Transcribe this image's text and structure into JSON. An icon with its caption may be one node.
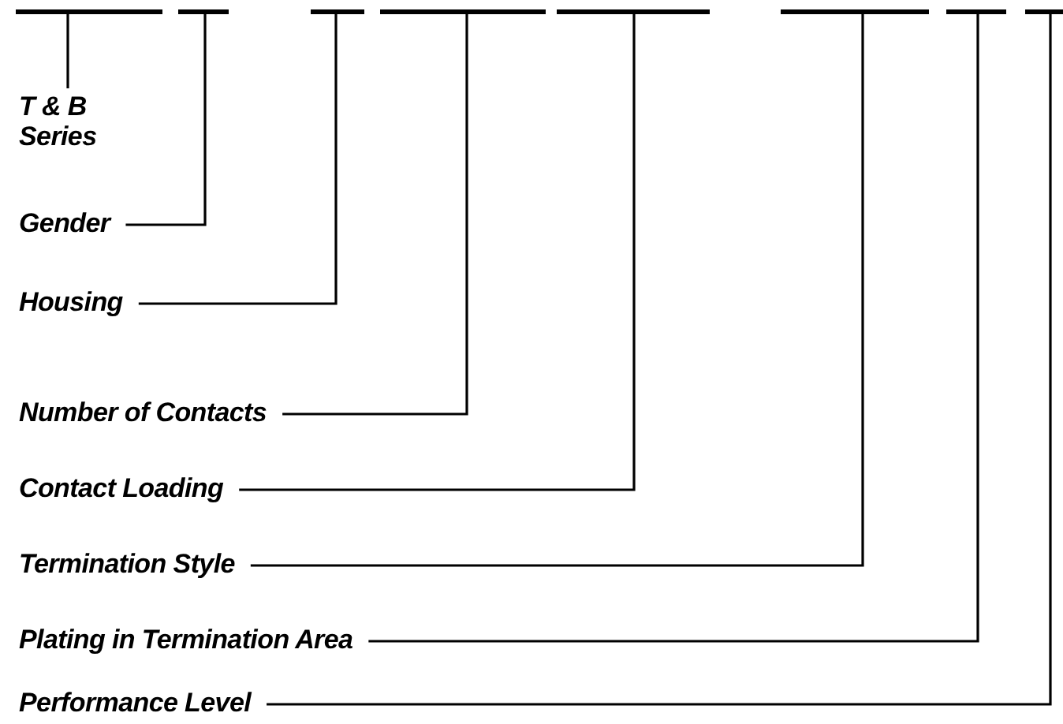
{
  "diagram": {
    "nodes": [
      {
        "text": [],
        "shape": "bar"
      },
      {
        "text": [],
        "shape": "bar"
      },
      {
        "text": [],
        "shape": "bar"
      },
      {
        "text": [],
        "shape": "bar"
      },
      {
        "text": [],
        "shape": "bar"
      },
      {
        "text": [],
        "shape": "bar"
      },
      {
        "text": [],
        "shape": "bar"
      },
      {
        "text": [],
        "shape": "bar"
      },
      {
        "text": [
          "T & B Series"
        ]
      },
      {
        "text": [
          "Gender"
        ]
      },
      {
        "text": [
          "Housing"
        ]
      },
      {
        "text": [
          "Number of Contacts"
        ]
      },
      {
        "text": [
          "Contact Loading"
        ]
      },
      {
        "text": [
          "Termination Style"
        ]
      },
      {
        "text": [
          "Plating in Termination Area"
        ]
      },
      {
        "text": [
          "Performance Level"
        ]
      }
    ],
    "edges": [
      {
        "from": 8,
        "to": 0,
        "arrow": "none"
      },
      {
        "from": 9,
        "to": 1,
        "arrow": "none"
      },
      {
        "from": 10,
        "to": 2,
        "arrow": "none"
      },
      {
        "from": 11,
        "to": 3,
        "arrow": "none"
      },
      {
        "from": 12,
        "to": 4,
        "arrow": "none"
      },
      {
        "from": 13,
        "to": 5,
        "arrow": "none"
      },
      {
        "from": 14,
        "to": 6,
        "arrow": "none"
      },
      {
        "from": 15,
        "to": 7,
        "arrow": "none"
      }
    ]
  }
}
